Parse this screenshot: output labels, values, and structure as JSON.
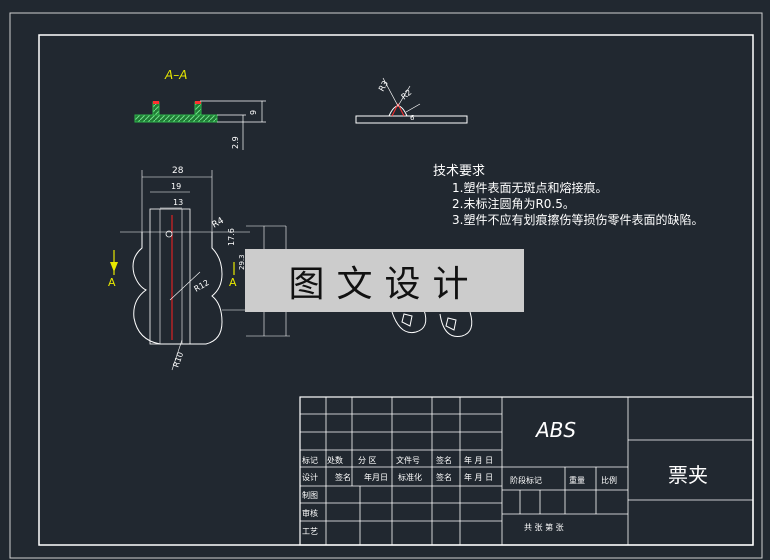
{
  "section_label": "A–A",
  "tech_requirements": {
    "title": "技术要求",
    "items": [
      "1.塑件表面无斑点和熔接痕。",
      "2.未标注圆角为R0.5。",
      "3.塑件不应有划痕擦伤等损伤零件表面的缺陷。"
    ]
  },
  "dimensions": {
    "section_height": "9",
    "section_thickness": "2.9",
    "detail_r3": "R3",
    "detail_r2": "R2",
    "detail_6": "6",
    "width_28": "28",
    "width_19": "19",
    "width_13": "13",
    "radius_r4": "R4",
    "dim_r12": "R12",
    "dim_r10": "R10",
    "dim_17_6": "17.6",
    "dim_29_3": "29.3"
  },
  "section_markers": {
    "left": "A",
    "right": "A"
  },
  "title_block": {
    "material": "ABS",
    "part_name": "票夹",
    "row_labels": [
      "标记",
      "处数",
      "分 区",
      "文件号",
      "签名",
      "年 月 日"
    ],
    "sign_rows": [
      [
        "设计",
        "签名",
        "年月日",
        "标准化",
        "签名",
        "年 月 日"
      ],
      [
        "制图"
      ],
      [
        "审核"
      ],
      [
        "工艺"
      ]
    ],
    "stage_label": "阶段标记",
    "weight_label": "重量",
    "scale_label": "比例",
    "sheet_label": "共  张 第  张"
  },
  "watermark": "图文设计",
  "colors": {
    "background": "#212830",
    "line": "#ffffff",
    "accent": "#e8e800",
    "hatch": "#2db34a",
    "center": "#ff0000"
  }
}
